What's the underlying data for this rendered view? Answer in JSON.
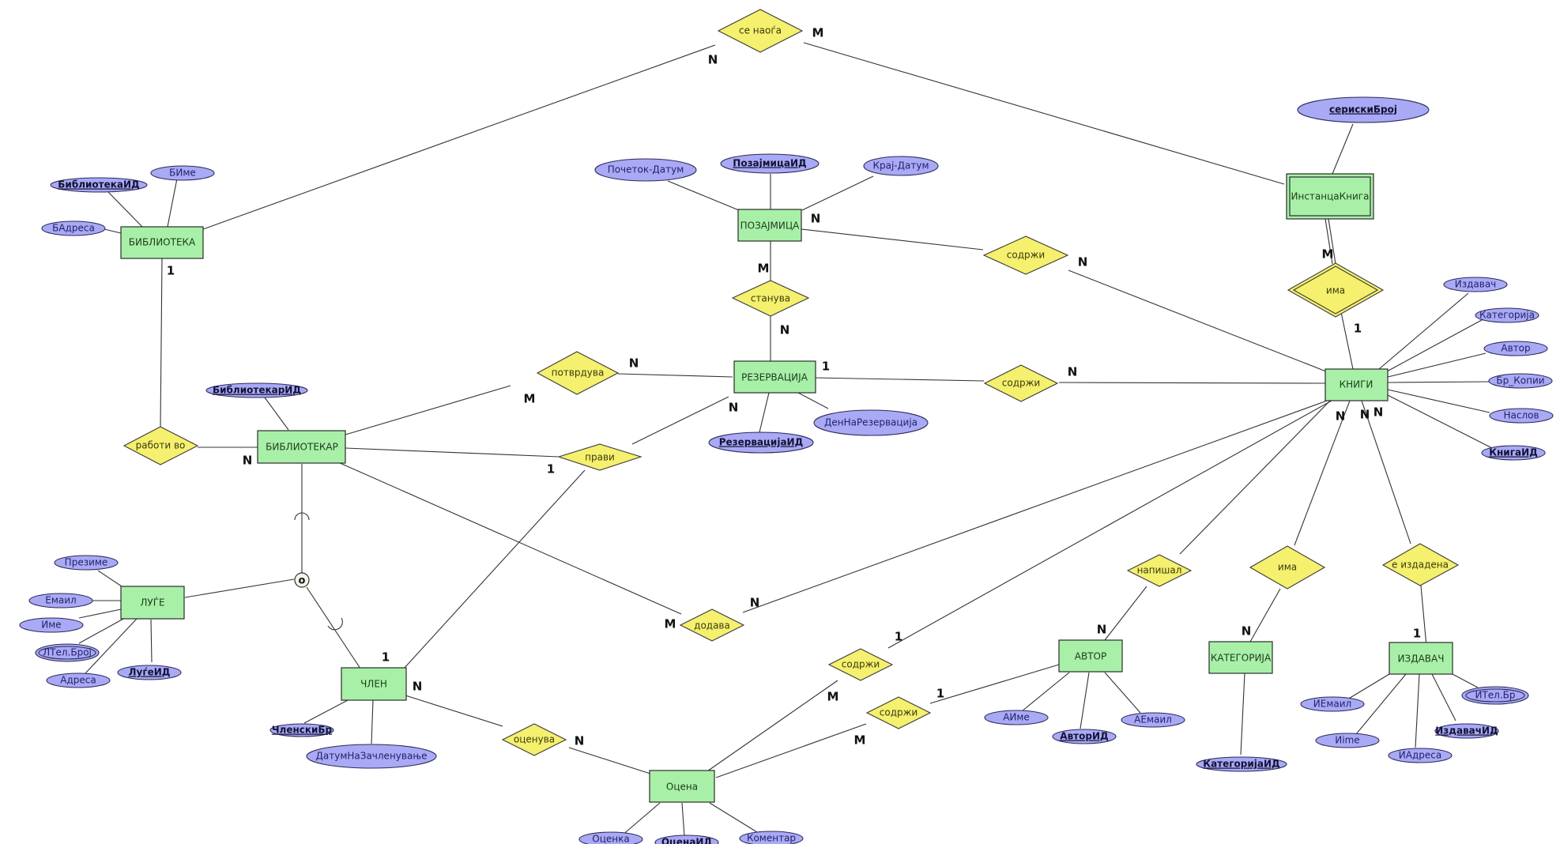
{
  "diagram": {
    "type": "ER diagram",
    "entities": {
      "biblioteka": "БИБЛИОТЕКА",
      "pozajmica": "ПОЗАЈМИЦА",
      "instancaKniga": "ИнстанцаКнига",
      "rezervacija": "РЕЗЕРВАЦИЈА",
      "bibliotekar": "БИБЛИОТЕКАР",
      "knigi": "КНИГИ",
      "luge": "ЛУЃЕ",
      "clen": "ЧЛЕН",
      "ocena": "Оцена",
      "avtor": "АВТОР",
      "kategorija": "КАТЕГОРИЈА",
      "izdavac": "ИЗДАВАЧ"
    },
    "relationships": {
      "seNaoga": "се наоѓа",
      "sodrziPoz": "содржи",
      "stanuva": "станува",
      "ima1": "има",
      "potvrduva": "потврдува",
      "sodrziRez": "содржи",
      "raboti": "работи во",
      "pravi": "прави",
      "napisal": "напишал",
      "ima2": "има",
      "eIzdadena": "е издадена",
      "dodava": "додава",
      "sodrziOcena1": "содржи",
      "sodrziOcena2": "содржи",
      "ocenuva": "оценува"
    },
    "attributes": {
      "bibliotekaId": "БиблиотекаИД",
      "bIme": "БИме",
      "bAdresa": "БАдреса",
      "pocetok": "Почеток-Датум",
      "pozajmicaId": "ПозајмицаИД",
      "kraj": "Крај-Датум",
      "seriski": "серискиБрој",
      "kIzdavac": "Издавач",
      "kKategorija": "Категорија",
      "kAvtor": "Автор",
      "brKopii": "Бр_Копии",
      "naslov": "Наслов",
      "knigaId": "КнигаИД",
      "bibliotekarId": "БиблиотекарИД",
      "rezervacijaId": "РезервацијаИД",
      "denNaRez": "ДенНаРезервација",
      "prezime": "Презиме",
      "email": "Емаил",
      "ime": "Име",
      "lTel": "ЛТел.Броj",
      "adresa": "Адреса",
      "lugeId": "ЛуѓеИД",
      "clenskiBr": "ЧленскиБр",
      "datumZacl": "ДатумНаЗачленување",
      "ocenka": "Оценка",
      "ocenaId": "ОценаИД",
      "komentar": "Коментар",
      "aIme": "АИме",
      "avtorId": "АвторИД",
      "aEmail": "АЕмаил",
      "kategorijaId": "КатегоријаИД",
      "iEmail": "ИЕмаил",
      "iIme": "Иime",
      "iAdresa": "ИАдреса",
      "izdavacId": "ИздавачИД",
      "iTel": "ИТел.Бр"
    },
    "cardinalities": {
      "N": "N",
      "M": "M",
      "one": "1"
    },
    "specialization": {
      "symbol": "o"
    },
    "colors": {
      "entity_fill": "#a8f0a8",
      "relationship_fill": "#f5f06e",
      "attribute_fill": "#a9a9f5"
    }
  }
}
